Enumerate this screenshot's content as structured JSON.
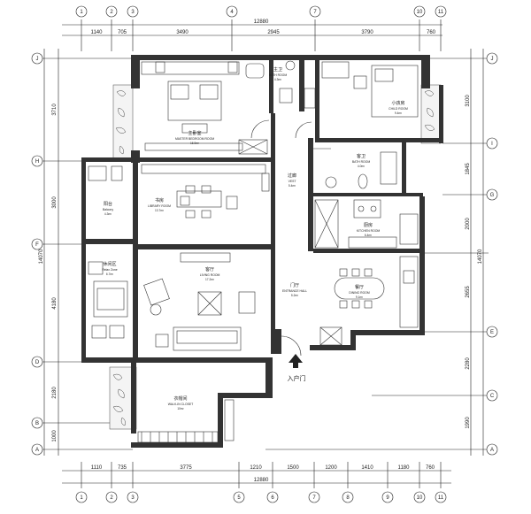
{
  "axes": {
    "top_labels": [
      "1",
      "2",
      "3",
      "4",
      "7",
      "10",
      "11"
    ],
    "bottom_labels": [
      "1",
      "2",
      "3",
      "5",
      "6",
      "7",
      "8",
      "9",
      "10",
      "11"
    ],
    "left_labels": [
      "J",
      "H",
      "F",
      "D",
      "B",
      "A"
    ],
    "right_labels": [
      "J",
      "I",
      "G",
      "E",
      "C",
      "A"
    ]
  },
  "dimensions": {
    "top_total": "12880",
    "top_segments": [
      "1140",
      "705",
      "3490",
      "2945",
      "3790",
      "760"
    ],
    "bottom_total": "12880",
    "bottom_segments": [
      "1110",
      "735",
      "3775",
      "1210",
      "1500",
      "1200",
      "1410",
      "1180",
      "760"
    ],
    "left_total": "14070",
    "left_segments": [
      "3710",
      "3000",
      "4180",
      "2180",
      "1000"
    ],
    "right_total": "14070",
    "right_segments": [
      "3100",
      "1845",
      "2000",
      "2655",
      "2280",
      "1990"
    ]
  },
  "rooms": {
    "master": {
      "cn": "主卧室",
      "en": "MASTER BEDROOM ROOM",
      "area": "16.9m²"
    },
    "bath1": {
      "cn": "主卫",
      "en": "BATH ROOM",
      "area": "4.3m²"
    },
    "child": {
      "cn": "小孩房",
      "en": "CHILD ROOM",
      "area": "9.4m²"
    },
    "bath2": {
      "cn": "客卫",
      "en": "BATH ROOM",
      "area": "4.0m²"
    },
    "vest": {
      "cn": "过廊",
      "en": "VEST",
      "area": "5.4m²"
    },
    "balcony": {
      "cn": "阳台",
      "en": "Balcony",
      "area": "4.3m²"
    },
    "library": {
      "cn": "书房",
      "en": "LIBRARY ROOM",
      "area": "13.7m²"
    },
    "kitchen": {
      "cn": "厨房",
      "en": "KITCHEN ROOM",
      "area": "6.4m²"
    },
    "leisure": {
      "cn": "休闲区",
      "en": "Relax Zone",
      "area": "6.7m²"
    },
    "living": {
      "cn": "客厅",
      "en": "LIVING ROOM",
      "area": "17.2m²"
    },
    "entrance": {
      "cn": "门厅",
      "en": "ENTRANCE HALL",
      "area": "5.2m²"
    },
    "dining": {
      "cn": "餐厅",
      "en": "DINING ROOM",
      "area": "9.1m²"
    },
    "closet": {
      "cn": "衣帽间",
      "en": "WALK-IN CLOSET",
      "area": "10m²"
    }
  },
  "entry_label": "入户门"
}
